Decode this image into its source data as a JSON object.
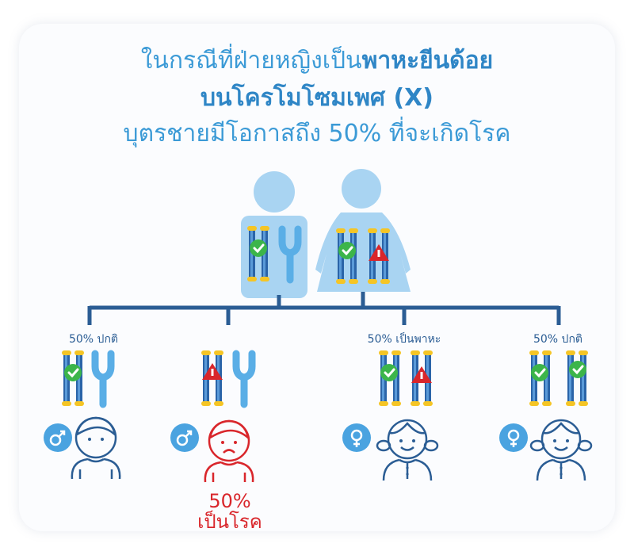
{
  "title": {
    "line1_normal": "ในกรณีที่ฝ่ายหญิงเป็น",
    "line1_bold": "พาหะยีนด้อย",
    "line2": "บนโครโมโซมเพศ (X)",
    "line3": "บุตรชายมีโอกาสถึง 50% ที่จะเกิดโรค"
  },
  "children": [
    {
      "label": "50% ปกติ",
      "sex": "male",
      "status": "normal"
    },
    {
      "label": "",
      "sex": "male",
      "status": "affected",
      "outcome_pct": "50%",
      "outcome_text": "เป็นโรค"
    },
    {
      "label": "50% เป็นพาหะ",
      "sex": "female",
      "status": "carrier"
    },
    {
      "label": "50% ปกติ",
      "sex": "female",
      "status": "normal"
    }
  ],
  "colors": {
    "title": "#3b9ad6",
    "tree": "#2b5d94",
    "affected": "#d9262b",
    "normal": "#3cb54a",
    "parent": "#a9d4f2"
  }
}
